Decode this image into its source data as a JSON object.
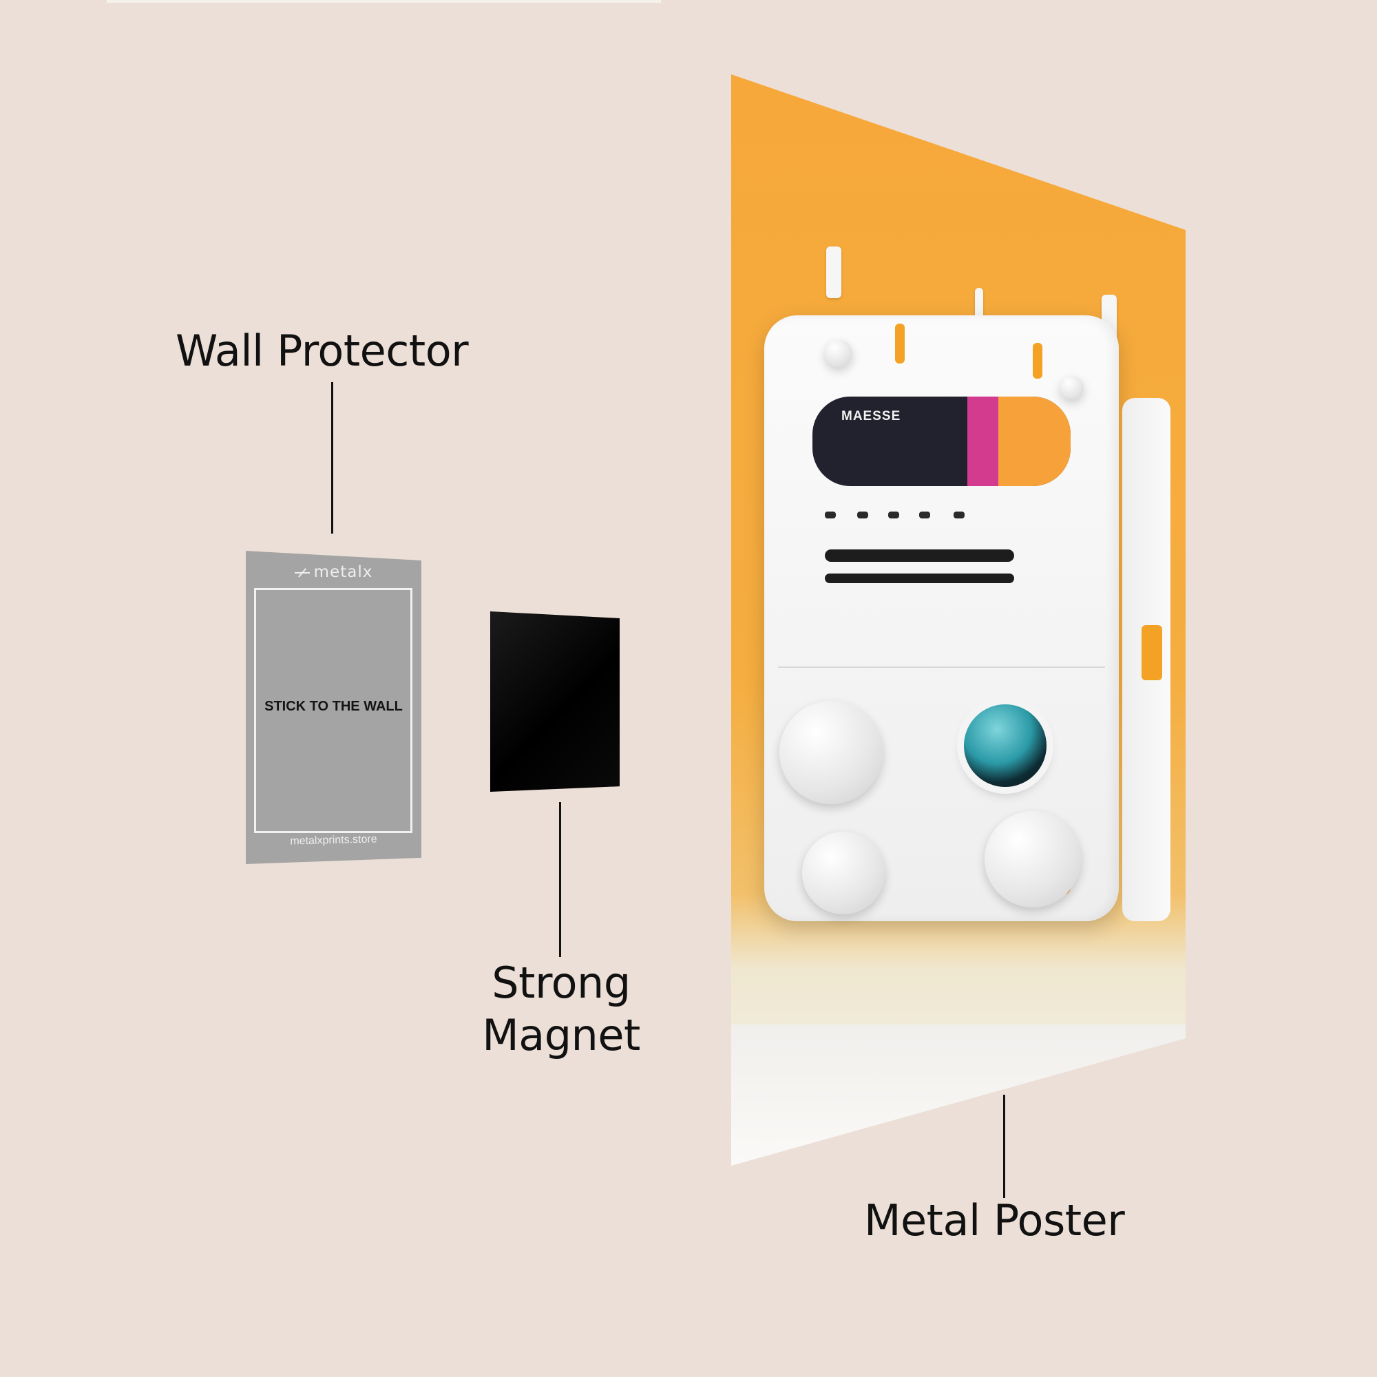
{
  "callouts": {
    "wall_protector": "Wall Protector",
    "strong_magnet_line1": "Strong",
    "strong_magnet_line2": "Magnet",
    "metal_poster": "Metal Poster"
  },
  "protector": {
    "brand": "metalx",
    "instruction": "STICK TO THE WALL",
    "url": "metalxprints.store"
  },
  "poster_art": {
    "display_tag": "MAESSE"
  },
  "colors": {
    "background": "#ecdfd7",
    "protector": "#a4a4a4",
    "magnet": "#000000",
    "poster_accent": "#f7a83a"
  }
}
